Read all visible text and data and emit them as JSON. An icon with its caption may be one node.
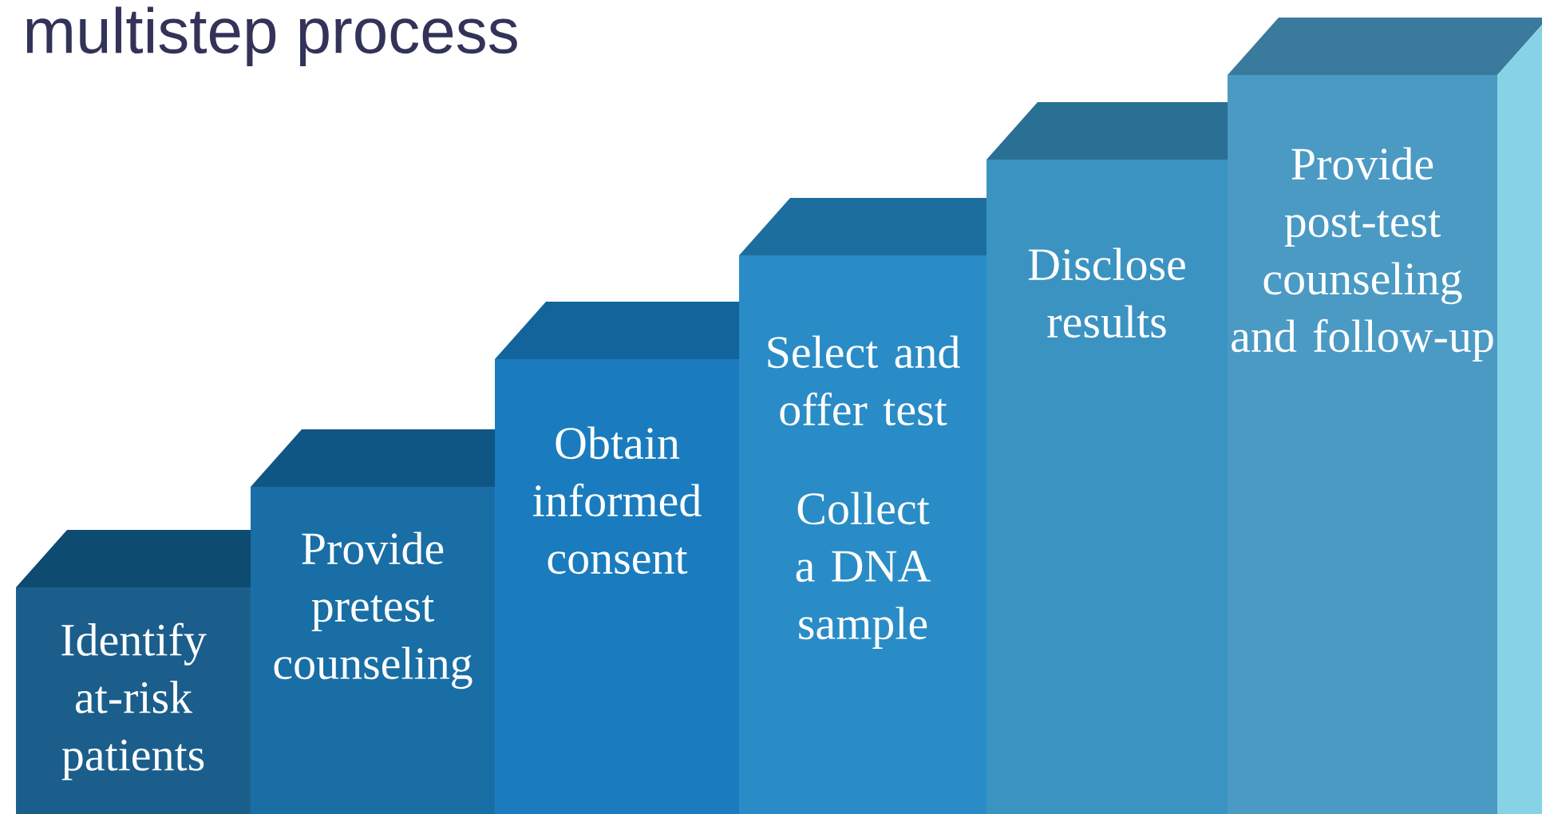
{
  "diagram": {
    "title": "multistep process",
    "nodes": [
      {
        "text": [
          "Identify at-risk patients"
        ]
      },
      {
        "text": [
          "Provide pretest counseling"
        ]
      },
      {
        "text": [
          "Obtain informed consent"
        ]
      },
      {
        "text": [
          "Select and offer test",
          "Collect a DNA sample"
        ]
      },
      {
        "text": [
          "Disclose results"
        ]
      },
      {
        "text": [
          "Provide post-test counseling and follow-up"
        ]
      }
    ]
  }
}
